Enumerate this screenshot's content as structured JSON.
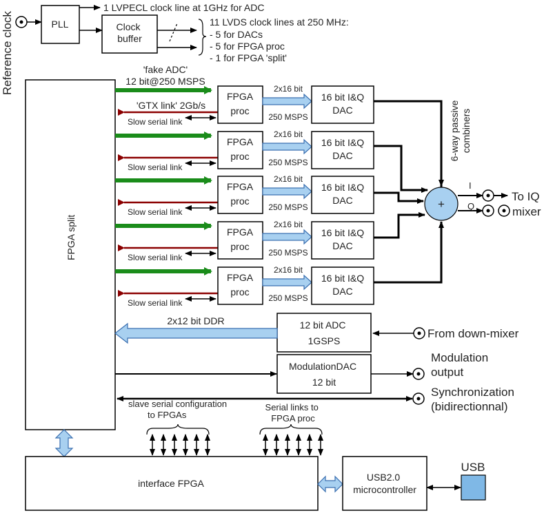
{
  "colors": {
    "green_link": "#1a8c1a",
    "red_link": "#8b0000",
    "blue_bus": "#a8d0f0",
    "blue_bus_stroke": "#3a6fb0",
    "combiner_fill": "#a8d0f0",
    "usb_fill": "#7fb8e6",
    "line": "#000000",
    "green_text": "#1a8c1a",
    "red_text": "#8b0000"
  },
  "icons": [
    "connector-icon",
    "combiner-plus-icon",
    "usb-connector-icon"
  ],
  "clock": {
    "reference_clock": "Reference clock",
    "pll": "PLL",
    "clock_buffer": "Clock\nbuffer",
    "lvpecl": "1 LVPECL clock line at 1GHz for ADC",
    "lvds_header": "11 LVDS clock lines at 250 MHz:",
    "lvds_items": [
      "- 5 for DACs",
      "- 5 for FPGA proc",
      "- 1 for FPGA 'split'"
    ]
  },
  "fpga_split": "FPGA split",
  "fake_adc": "'fake ADC'",
  "fake_adc_rate": "12 bit@250 MSPS",
  "gtx_link": "'GTX link' 2Gb/s",
  "slow_serial": "Slow serial link",
  "fpga_proc": "FPGA\nproc",
  "bus_label": "2x16 bit",
  "rate_label": "250 MSPS",
  "dac": "16 bit  I&Q\nDAC",
  "combiners": "6-way passive\ncombiners",
  "combiner_symbol": "+",
  "i_label": "I",
  "q_label": "Q",
  "to_iq": "To IQ",
  "mixer": "mixer",
  "adc": {
    "bus": "2x12 bit DDR",
    "box": "12 bit ADC\n1GSPS",
    "from": "From down-mixer"
  },
  "moddac": {
    "box": "ModulationDAC\n12 bit",
    "out": "Modulation\noutput"
  },
  "sync": "Synchronization\n(bidirectionnal)",
  "slave_config": "slave serial configuration\nto FPGAs",
  "serial_links": "Serial links to\nFPGA proc",
  "interface_fpga": "interface FPGA",
  "usb_uc": "USB2.0\nmicrocontroller",
  "usb": "USB"
}
